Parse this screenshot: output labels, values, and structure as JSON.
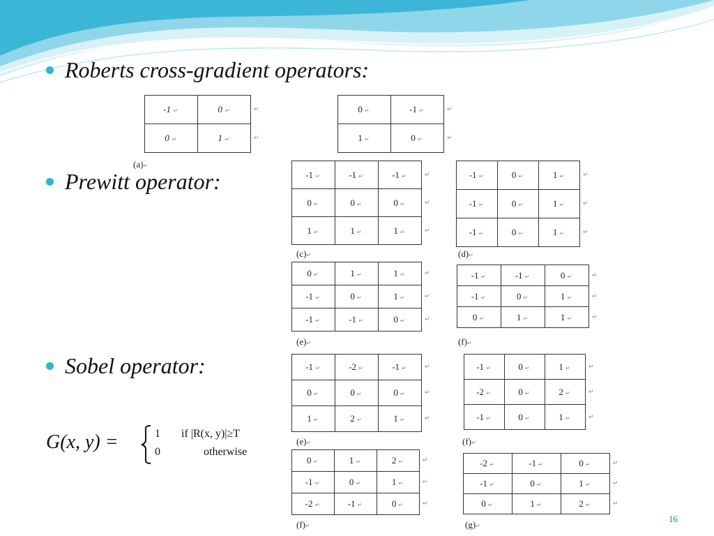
{
  "slide": {
    "page_number": "16",
    "bullets": [
      {
        "text": "Roberts cross-gradient operators:"
      },
      {
        "text": "Prewitt operator:"
      },
      {
        "text": "Sobel operator:"
      }
    ],
    "colors": {
      "accent": "#2fb4d3",
      "wave_light": "#bfe8f2",
      "wave_dark": "#3cb6d6"
    },
    "return_mark": "↵",
    "roberts": {
      "caption": "(a)",
      "matrices": [
        [
          [
            "-1",
            "0"
          ],
          [
            "0",
            "1"
          ]
        ],
        [
          [
            "0",
            "-1"
          ],
          [
            "1",
            "0"
          ]
        ]
      ]
    },
    "prewitt": {
      "captions": [
        "(c)",
        "(d)",
        "(e)",
        "(f)"
      ],
      "matrices": [
        [
          [
            "-1",
            "-1",
            "-1"
          ],
          [
            "0",
            "0",
            "0"
          ],
          [
            "1",
            "1",
            "1"
          ]
        ],
        [
          [
            "-1",
            "0",
            "1"
          ],
          [
            "-1",
            "0",
            "1"
          ],
          [
            "-1",
            "0",
            "1"
          ]
        ],
        [
          [
            "0",
            "1",
            "1"
          ],
          [
            "-1",
            "0",
            "1"
          ],
          [
            "-1",
            "-1",
            "0"
          ]
        ],
        [
          [
            "-1",
            "-1",
            "0"
          ],
          [
            "-1",
            "0",
            "1"
          ],
          [
            "0",
            "1",
            "1"
          ]
        ]
      ]
    },
    "sobel": {
      "captions": [
        "(e)",
        "(f)",
        "(f)",
        "(g)"
      ],
      "matrices": [
        [
          [
            "-1",
            "-2",
            "-1"
          ],
          [
            "0",
            "0",
            "0"
          ],
          [
            "1",
            "2",
            "1"
          ]
        ],
        [
          [
            "-1",
            "0",
            "1"
          ],
          [
            "-2",
            "0",
            "2"
          ],
          [
            "-1",
            "0",
            "1"
          ]
        ],
        [
          [
            "0",
            "1",
            "2"
          ],
          [
            "-1",
            "0",
            "1"
          ],
          [
            "-2",
            "-1",
            "0"
          ]
        ],
        [
          [
            "-2",
            "-1",
            "0"
          ],
          [
            "-1",
            "0",
            "1"
          ],
          [
            "0",
            "1",
            "2"
          ]
        ]
      ]
    },
    "equation": {
      "lhs": "G(x, y) =",
      "case1_value": "1",
      "case1_condition": "if |R(x, y)|≥T",
      "case2_value": "0",
      "case2_condition": "otherwise"
    }
  }
}
